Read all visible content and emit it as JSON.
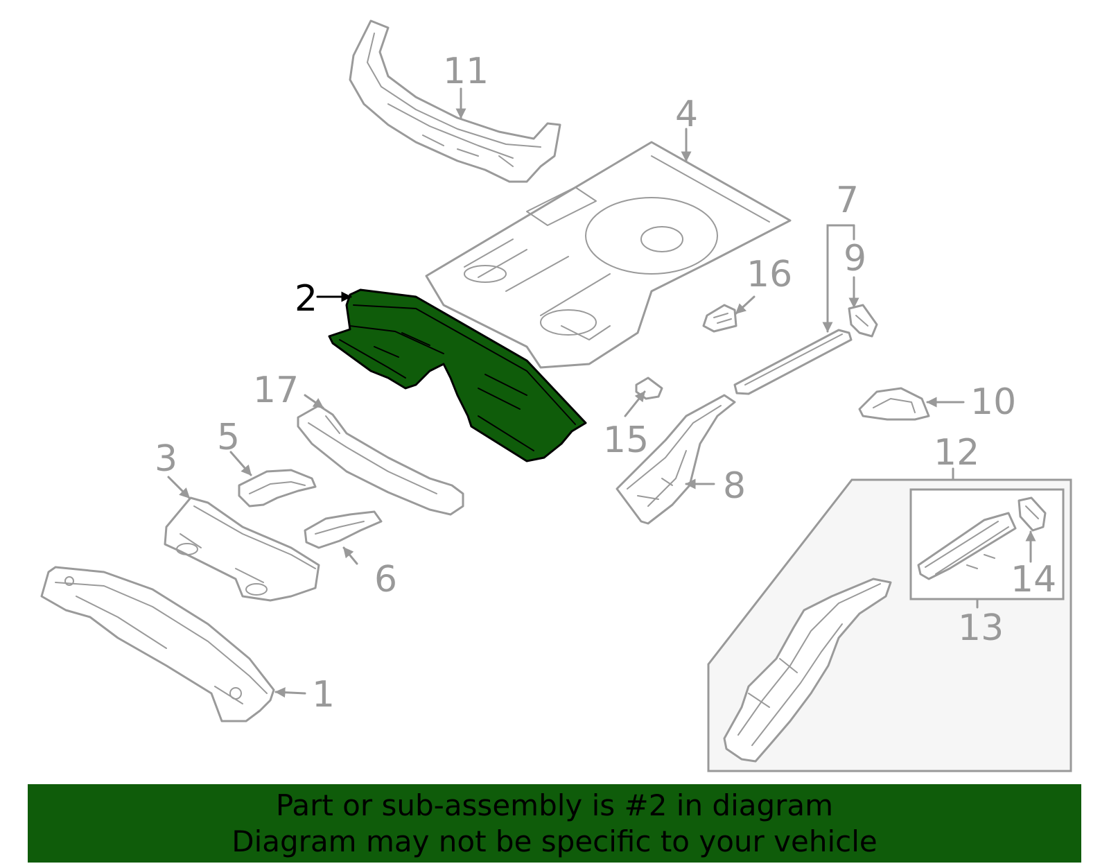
{
  "diagram": {
    "highlighted_part": "2",
    "colors": {
      "highlight": "#0f5c0a",
      "part_outline": "#9a9a9a",
      "callout_text": "#999999",
      "banner": "#0f5c0a"
    },
    "callouts": {
      "c1": "1",
      "c2": "2",
      "c3": "3",
      "c4": "4",
      "c5": "5",
      "c6": "6",
      "c7": "7",
      "c8": "8",
      "c9": "9",
      "c10": "10",
      "c11": "11",
      "c12": "12",
      "c13": "13",
      "c14": "14",
      "c15": "15",
      "c16": "16",
      "c17": "17"
    }
  },
  "banner": {
    "line1": "Part or sub-assembly is #2 in diagram",
    "line2": "Diagram may not be specific to your vehicle"
  }
}
